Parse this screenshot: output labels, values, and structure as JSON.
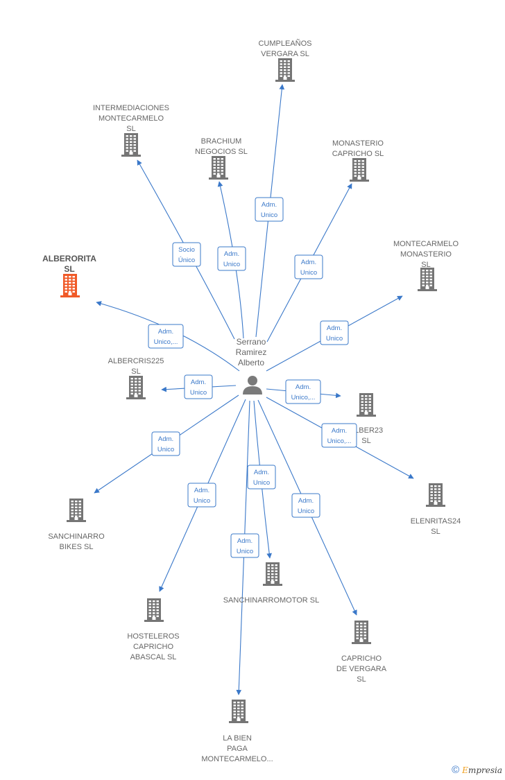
{
  "colors": {
    "edge": "#3a78c9",
    "building": "#757575",
    "highlight": "#f05a28",
    "label": "#666666",
    "person": "#7a7a7a"
  },
  "center": {
    "label_lines": [
      "Serrano",
      "Ramirez",
      "Alberto"
    ],
    "icon": "person-icon"
  },
  "nodes": [
    {
      "id": "cumpleanos-vergara",
      "label_lines": [
        "CUMPLEAÑOS",
        "VERGARA  SL"
      ],
      "highlight": false,
      "relation": [
        "Adm.",
        "Unico"
      ]
    },
    {
      "id": "intermediaciones-montecarmelo",
      "label_lines": [
        "INTERMEDIACIONES",
        "MONTECARMELO",
        "SL"
      ],
      "highlight": false,
      "relation": [
        "Socio",
        "Único"
      ]
    },
    {
      "id": "brachium-negocios",
      "label_lines": [
        "BRACHIUM",
        "NEGOCIOS  SL"
      ],
      "highlight": false,
      "relation": [
        "Adm.",
        "Unico"
      ]
    },
    {
      "id": "monasterio-capricho",
      "label_lines": [
        "MONASTERIO",
        "CAPRICHO  SL"
      ],
      "highlight": false,
      "relation": [
        "Adm.",
        "Unico"
      ]
    },
    {
      "id": "montecarmelo-monasterio",
      "label_lines": [
        "MONTECARMELO",
        "MONASTERIO",
        "SL"
      ],
      "highlight": false,
      "relation": [
        "Adm.",
        "Unico"
      ]
    },
    {
      "id": "alberorita",
      "label_lines": [
        "ALBERORITA",
        "SL"
      ],
      "highlight": true,
      "relation": [
        "Adm.",
        "Unico,..."
      ]
    },
    {
      "id": "albercris225",
      "label_lines": [
        "ALBERCRIS225",
        "SL"
      ],
      "highlight": false,
      "relation": [
        "Adm.",
        "Unico"
      ]
    },
    {
      "id": "alber23",
      "label_lines": [
        "ALBER23",
        "SL"
      ],
      "highlight": false,
      "relation": [
        "Adm.",
        "Unico,..."
      ]
    },
    {
      "id": "elenritas24",
      "label_lines": [
        "ELENRITAS24",
        "SL"
      ],
      "highlight": false,
      "relation": [
        "Adm.",
        "Unico,..."
      ]
    },
    {
      "id": "sanchinarro-bikes",
      "label_lines": [
        "SANCHINARRO",
        "BIKES  SL"
      ],
      "highlight": false,
      "relation": [
        "Adm.",
        "Unico"
      ]
    },
    {
      "id": "hosteleros-capricho",
      "label_lines": [
        "HOSTELEROS",
        "CAPRICHO",
        "ABASCAL  SL"
      ],
      "highlight": false,
      "relation": [
        "Adm.",
        "Unico"
      ]
    },
    {
      "id": "sanchinarromotor",
      "label_lines": [
        "SANCHINARROMOTOR SL"
      ],
      "highlight": false,
      "relation": [
        "Adm.",
        "Unico"
      ]
    },
    {
      "id": "la-bien-paga",
      "label_lines": [
        "LA BIEN",
        "PAGA",
        "MONTECARMELO..."
      ],
      "highlight": false,
      "relation": [
        "Adm.",
        "Unico"
      ]
    },
    {
      "id": "capricho-de-vergara",
      "label_lines": [
        "CAPRICHO",
        "DE VERGARA",
        "SL"
      ],
      "highlight": false,
      "relation": [
        "Adm.",
        "Unico"
      ]
    }
  ],
  "footer": {
    "copyright": "©",
    "brand_initial": "E",
    "brand_rest": "mpresia"
  }
}
